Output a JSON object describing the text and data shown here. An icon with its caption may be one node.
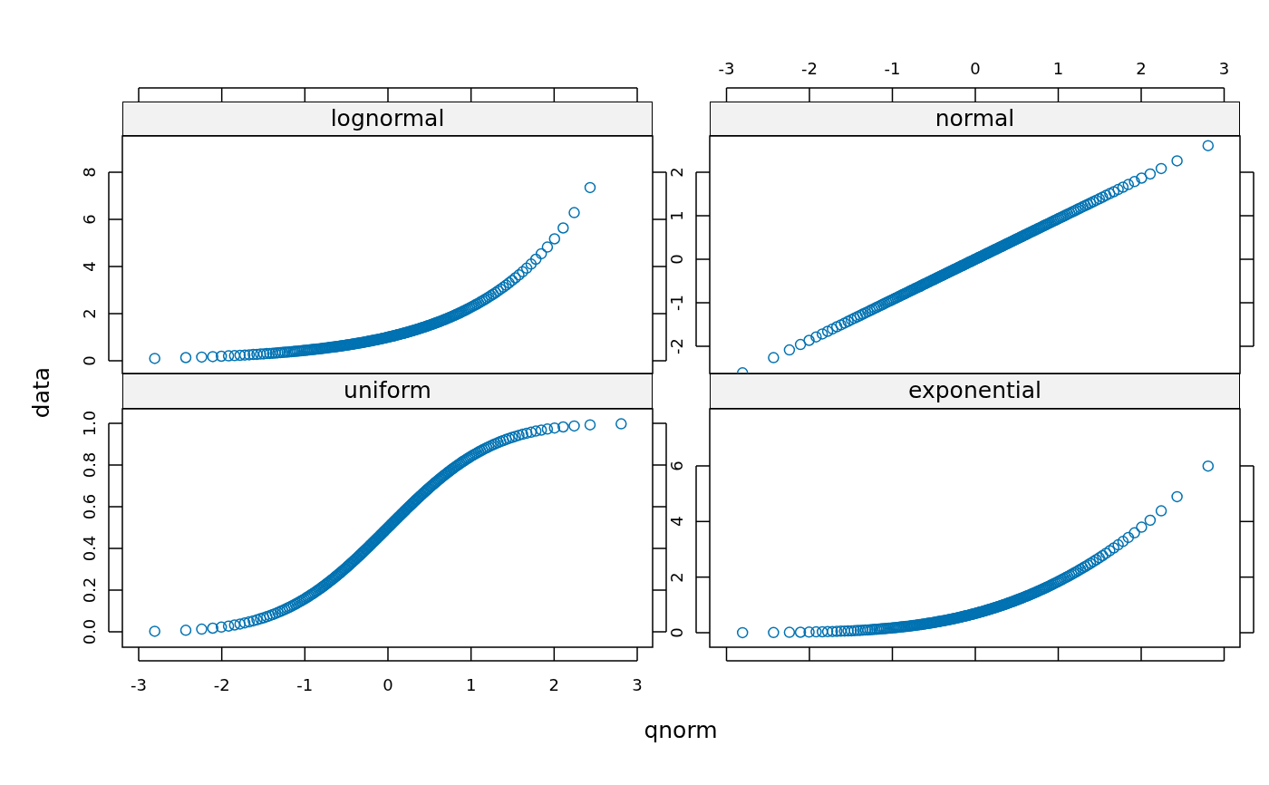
{
  "diagram": {
    "nodes": [
      {
        "text": [
          "lognormal"
        ]
      },
      {
        "text": [
          "normal"
        ]
      },
      {
        "text": [
          "uniform"
        ]
      },
      {
        "text": [
          "exponential"
        ]
      }
    ],
    "labels": [
      "-3",
      "-2",
      "-1",
      "0",
      "1",
      "2",
      "3",
      "0",
      "2",
      "4",
      "6",
      "8",
      "-2",
      "-1",
      "0",
      "1",
      "2",
      "data",
      "0.0",
      "0.2",
      "0.4",
      "0.6",
      "0.8",
      "1.0",
      "0",
      "2",
      "4",
      "6",
      "-3",
      "-2",
      "-1",
      "0",
      "1",
      "2",
      "3",
      "qnorm"
    ]
  }
}
